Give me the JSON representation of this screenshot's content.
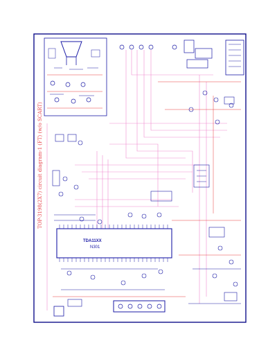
{
  "diagram": {
    "title_vertical": "TOP-3198(2X7) circuit diagram-1 (FT) (w/o SCART)",
    "ic_main_label": "TDA11XX",
    "ic_main_ref": "N301",
    "colors": {
      "border": "#0e0e8a",
      "component": "#1a1aa6",
      "wire_pink": "#f08ad0",
      "wire_red": "#e83a3a",
      "paper": "#ffffff"
    }
  }
}
